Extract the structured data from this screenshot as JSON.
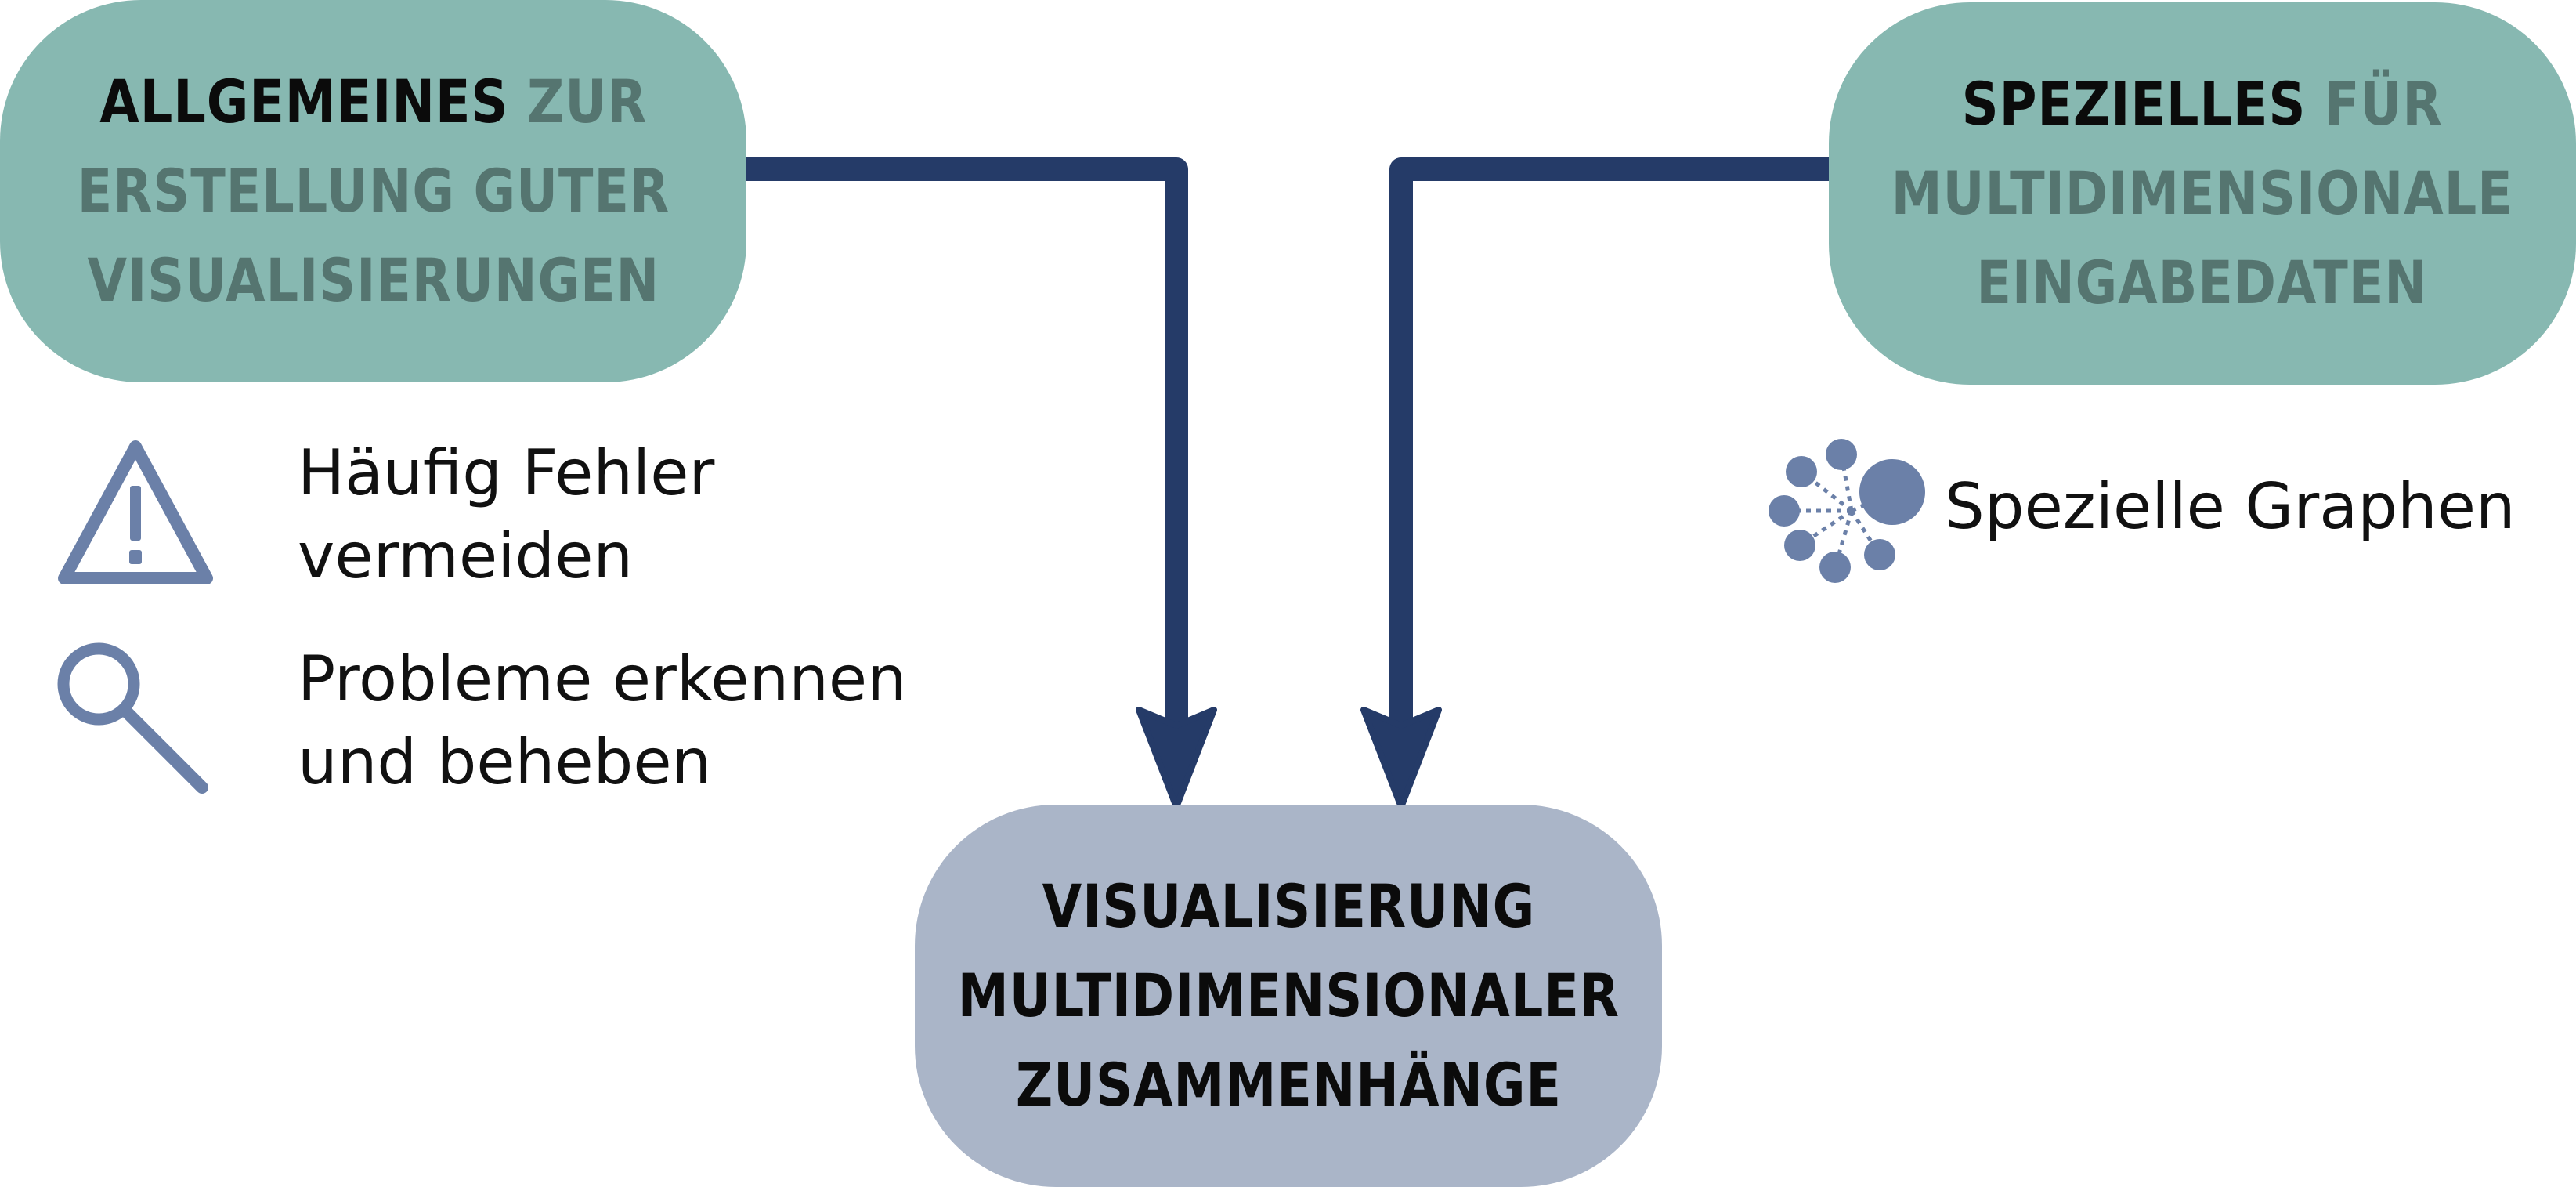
{
  "colors": {
    "box_teal": "#87b8b1",
    "box_slate": "#aab5c8",
    "arrow": "#253b68",
    "icon": "#6b80a8",
    "muted_text": "#557570"
  },
  "left_box": {
    "strong": "ALLGEMEINES",
    "rest_1": "ZUR",
    "line_2": "ERSTELLUNG GUTER",
    "line_3": "VISUALISIERUNGEN"
  },
  "right_box": {
    "strong": "SPEZIELLES",
    "rest_1": "FÜR",
    "line_2": "MULTIDIMENSIONALE",
    "line_3": "EINGABEDATEN"
  },
  "bottom_box": {
    "line_1": "VISUALISIERUNG",
    "line_2": "MULTIDIMENSIONALER",
    "line_3": "ZUSAMMENHÄNGE"
  },
  "left_items": [
    {
      "icon": "warning-triangle-icon",
      "line_1": "Häufig Fehler",
      "line_2": "vermeiden"
    },
    {
      "icon": "magnifier-icon",
      "line_1": "Probleme erkennen",
      "line_2": "und beheben"
    }
  ],
  "right_items": [
    {
      "icon": "network-graph-icon",
      "line_1": "Spezielle Graphen"
    }
  ]
}
